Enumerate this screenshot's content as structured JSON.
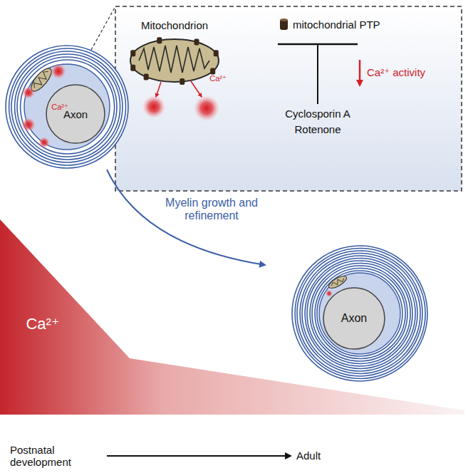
{
  "diagram": {
    "nodes": [
      {
        "text": [
          "Axon"
        ]
      },
      {
        "text": [
          "Axon"
        ]
      }
    ],
    "labels": [
      "Mitochondrion",
      "mitochondrial PTP",
      "Cyclosporin A",
      "Rotenone",
      "Ca²⁺ activity",
      "Ca²⁺",
      "Ca²⁺",
      "Myelin growth and refinement",
      "Ca²⁺",
      "Postnatal development",
      "Adult"
    ]
  }
}
